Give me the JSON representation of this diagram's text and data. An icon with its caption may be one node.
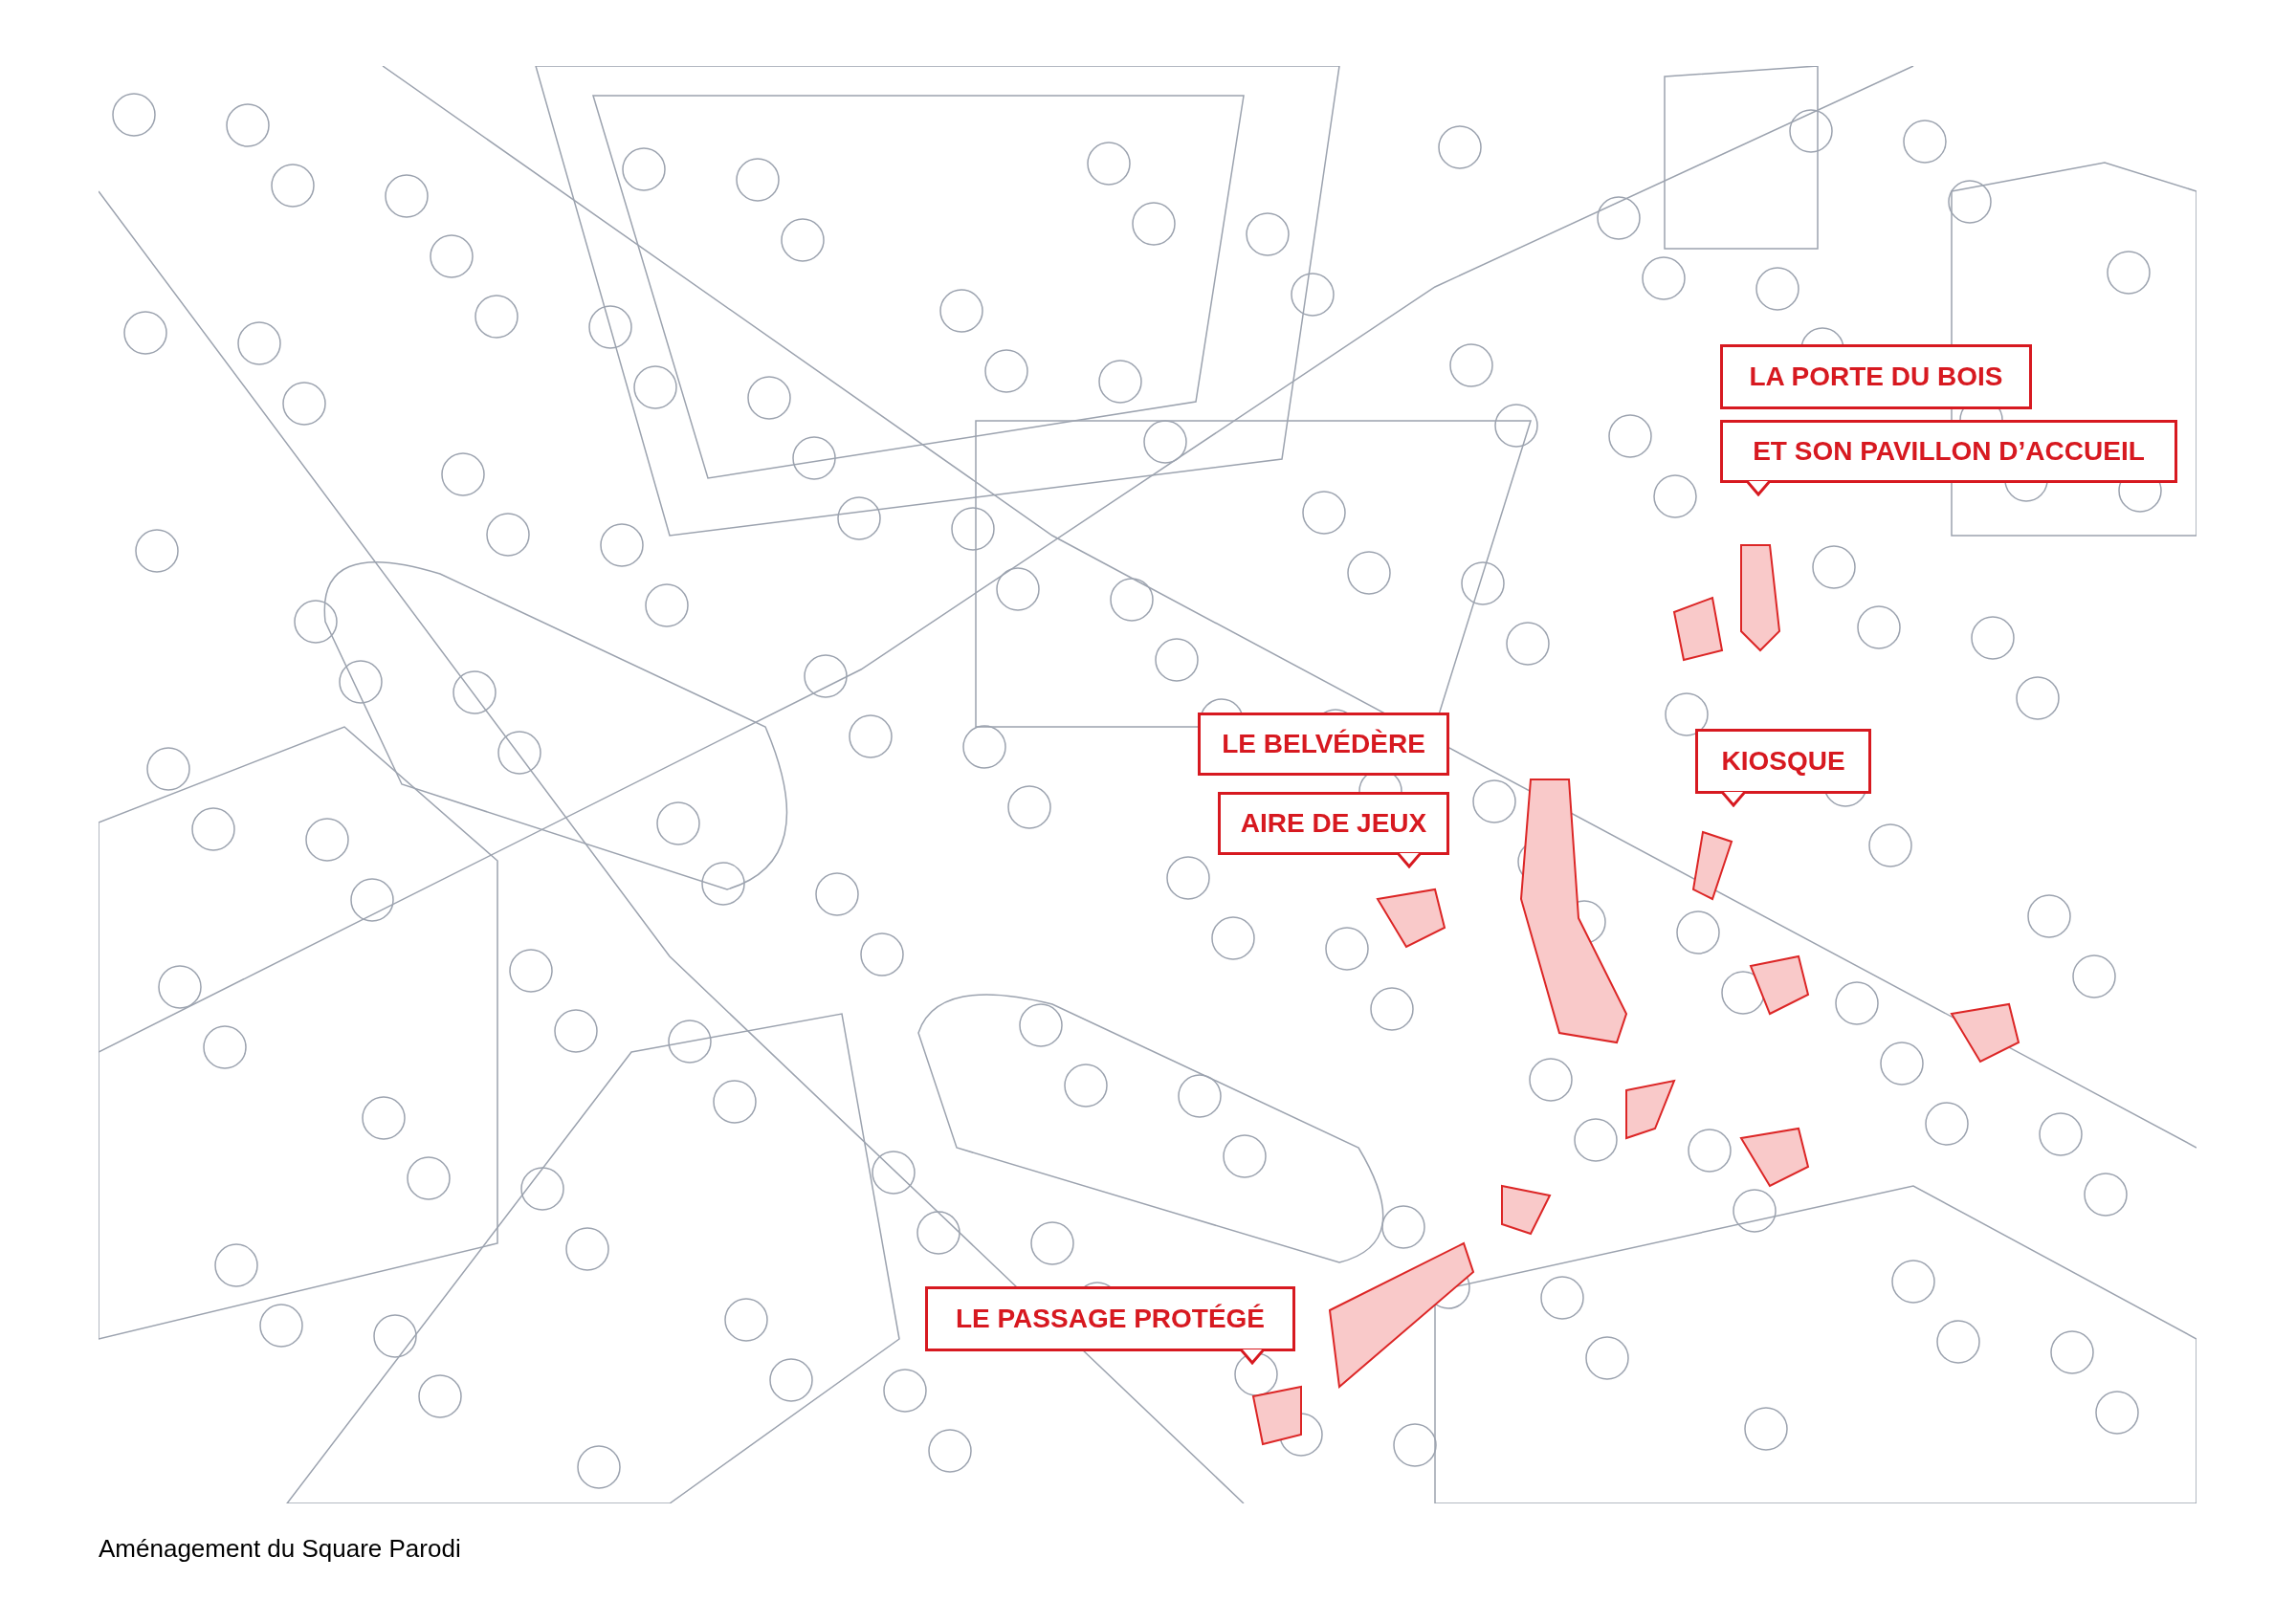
{
  "diagram": {
    "caption": "Aménagement du Square Parodi",
    "nodes": [
      {
        "text": [
          "LA PORTE DU BOIS"
        ]
      },
      {
        "text": [
          "ET SON PAVILLON D’ACCUEIL"
        ]
      },
      {
        "text": [
          "LE BELVÉDÈRE"
        ]
      },
      {
        "text": [
          "AIRE DE JEUX"
        ]
      },
      {
        "text": [
          "KIOSQUE"
        ]
      },
      {
        "text": [
          "LE PASSAGE PROTÉGÉ"
        ]
      }
    ]
  }
}
